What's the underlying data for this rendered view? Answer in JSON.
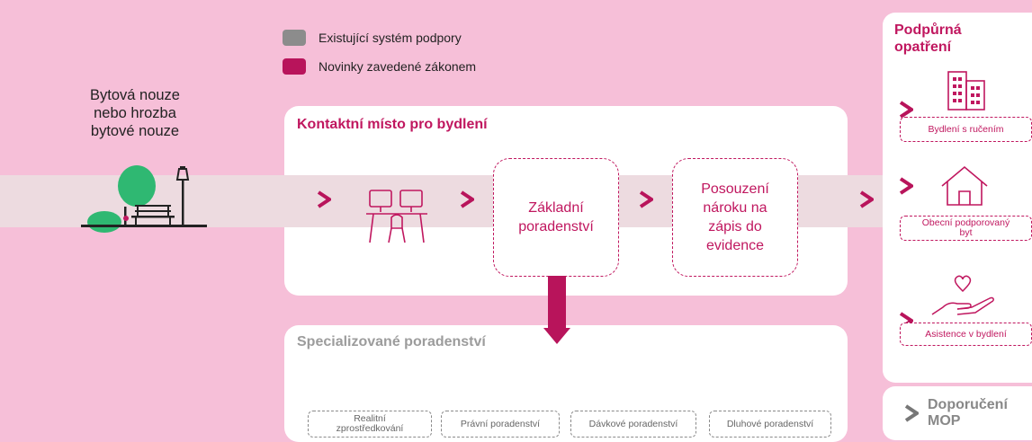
{
  "legend": [
    {
      "label": "Existující systém podpory",
      "color": "#8c8c8c"
    },
    {
      "label": "Novinky zavedené zákonem",
      "color": "#b8145b"
    }
  ],
  "start": {
    "title": "Bytová nouze\nnebo hrozba\nbytové nouze"
  },
  "contact_point": {
    "title": "Kontaktní místo pro bydlení",
    "steps": [
      {
        "label": "Základní\nporadenství"
      },
      {
        "label": "Posouzení\nnároku na\nzápis do\nevidence"
      }
    ]
  },
  "specialized": {
    "title": "Specializované poradenství",
    "items": [
      "Realitní\nzprostředkování",
      "Právní poradenství",
      "Dávkové poradenství",
      "Dluhové poradenství"
    ]
  },
  "support": {
    "title": "Podpůrná\nopatření",
    "items": [
      {
        "label": "Bydlení s ručením",
        "icon": "buildings-icon"
      },
      {
        "label": "Obecní podporovaný\nbyt",
        "icon": "house-icon"
      },
      {
        "label": "Asistence v bydlení",
        "icon": "hand-heart-icon"
      }
    ]
  },
  "mop": {
    "label": "Doporučení\nMOP"
  },
  "colors": {
    "background": "#f6bfd8",
    "accent": "#c0175f",
    "connector": "#b8145b",
    "band": "#eddbe0",
    "grey_text": "#9c9c9c",
    "green": "#2fb872"
  }
}
